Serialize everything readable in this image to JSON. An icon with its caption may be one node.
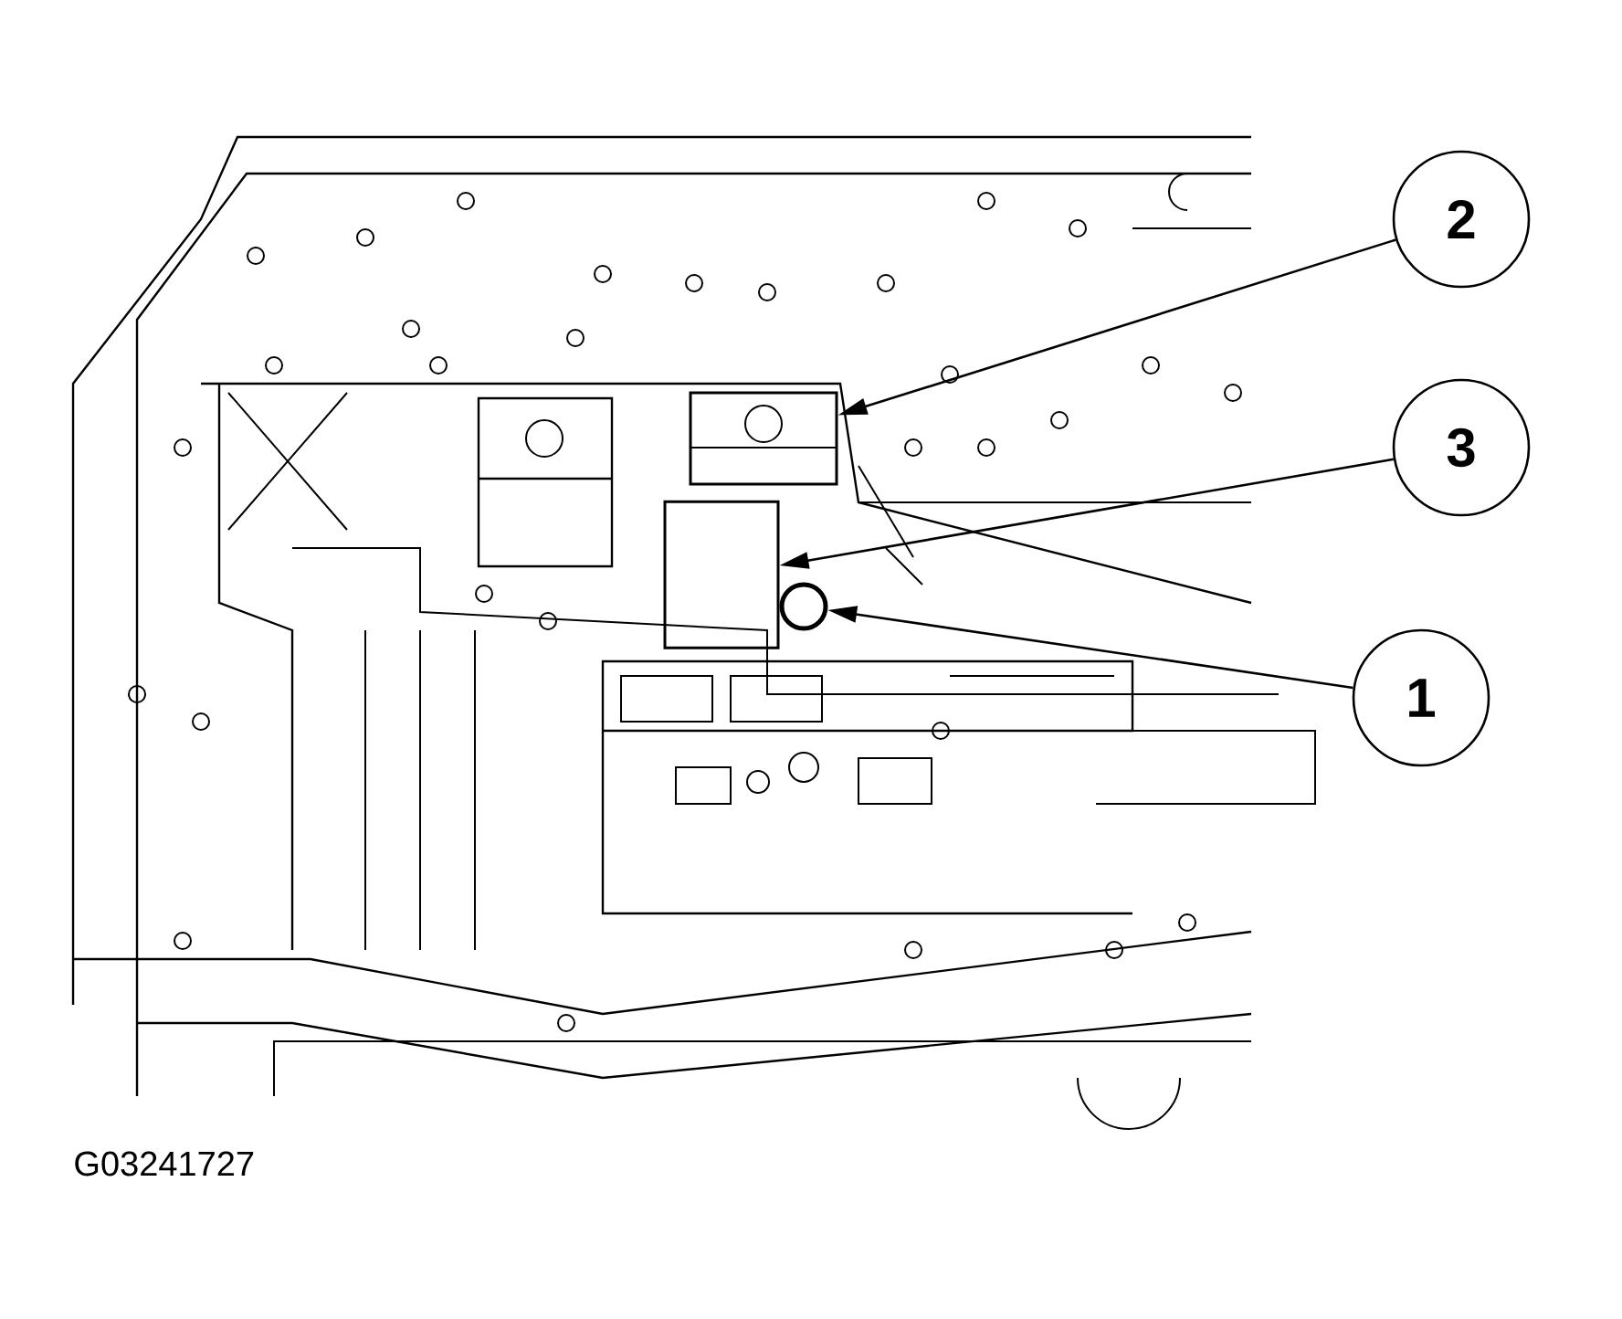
{
  "diagram": {
    "nodes": [
      {
        "text": [
          "2"
        ]
      },
      {
        "text": [
          "3"
        ]
      },
      {
        "text": [
          "1"
        ]
      },
      {
        "text": [],
        "shape": "box"
      },
      {
        "text": [],
        "shape": "cylinder"
      },
      {
        "text": [],
        "shape": "circle"
      }
    ],
    "edges": [
      {
        "from": 0,
        "to": 3,
        "arrow": "to"
      },
      {
        "from": 1,
        "to": 4,
        "arrow": "to"
      },
      {
        "from": 2,
        "to": 5,
        "arrow": "to"
      }
    ],
    "labels": [
      "G03241727"
    ]
  }
}
